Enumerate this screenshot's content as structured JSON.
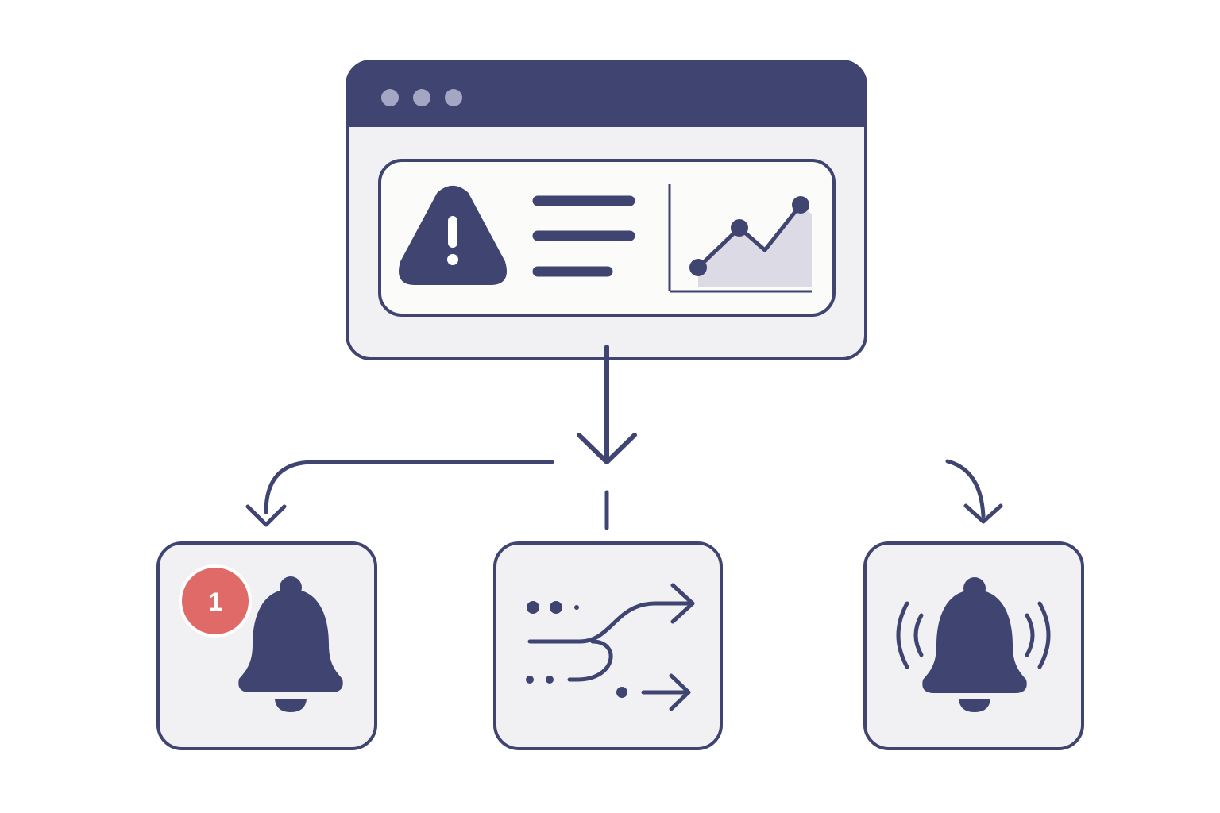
{
  "colors": {
    "ink": "#3f4470",
    "panel_fill": "#f1f1f4",
    "inner_fill": "#fbfbfa",
    "chart_fill": "#dcdbe5",
    "window_dots": "#a4a6c4",
    "badge_red": "#e06a67",
    "badge_text": "#ffffff",
    "background": "#ffffff"
  },
  "dashboard": {
    "titlebar_dots": 3,
    "warning_icon": "warning-triangle-icon",
    "text_lines": 3,
    "mini_chart_icon": "line-chart-icon"
  },
  "targets": [
    {
      "id": "notification",
      "icon": "bell-icon",
      "badge": "1"
    },
    {
      "id": "routing",
      "icon": "routing-arrows-icon"
    },
    {
      "id": "alarm",
      "icon": "ringing-bell-icon"
    }
  ]
}
